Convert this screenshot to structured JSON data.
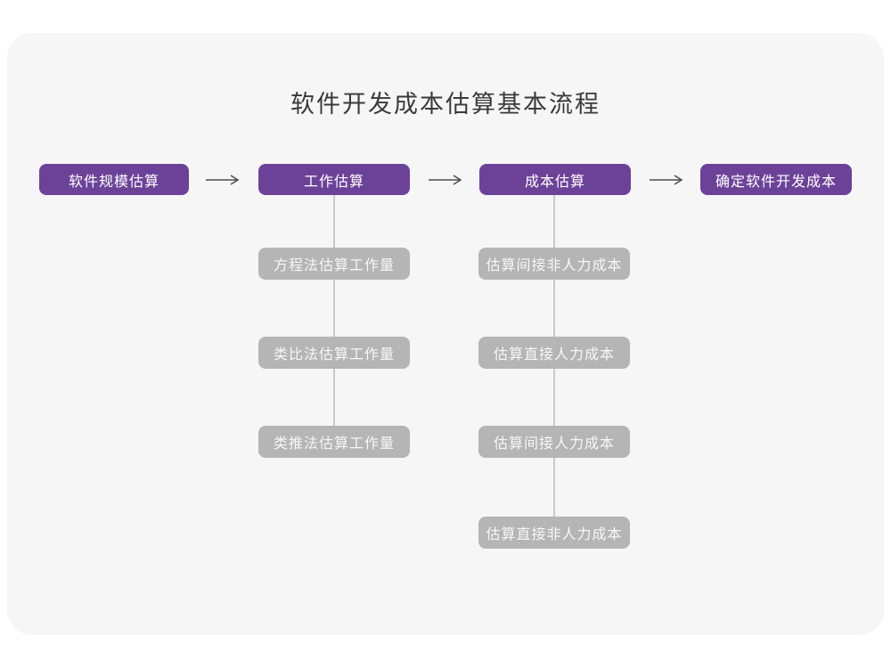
{
  "title": "软件开发成本估算基本流程",
  "flow": {
    "main_nodes": [
      {
        "label": "软件规模估算"
      },
      {
        "label": "工作估算"
      },
      {
        "label": "成本估算"
      },
      {
        "label": "确定软件开发成本"
      }
    ],
    "work_estimation_methods": [
      "方程法估算工作量",
      "类比法估算工作量",
      "类推法估算工作量"
    ],
    "cost_estimation_steps": [
      "估算间接非人力成本",
      "估算直接人力成本",
      "估算间接人力成本",
      "估算直接非人力成本"
    ]
  },
  "icons": {
    "arrow_right": "right-arrow-connector"
  },
  "colors": {
    "primary-purple": "#6c4299",
    "sub-node-gray": "#b5b5b5",
    "canvas-bg": "#f6f6f6",
    "page-bg": "#ffffff",
    "connector-gray": "#c9c9c9",
    "arrow-color": "#4d4d4d",
    "title-color": "#3a3a3a",
    "node-text": "#ffffff"
  }
}
